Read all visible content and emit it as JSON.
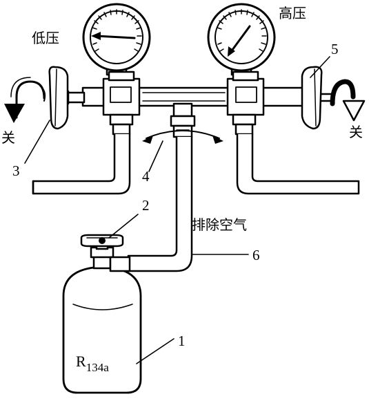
{
  "labels": {
    "low_pressure": "低压",
    "high_pressure": "高压",
    "close_left": "关",
    "close_right": "关",
    "purge_air": "排除空气",
    "cylinder_main": "R",
    "cylinder_sub": "134a"
  },
  "callouts": {
    "c1": "1",
    "c2": "2",
    "c3": "3",
    "c4": "4",
    "c5": "5",
    "c6": "6"
  }
}
